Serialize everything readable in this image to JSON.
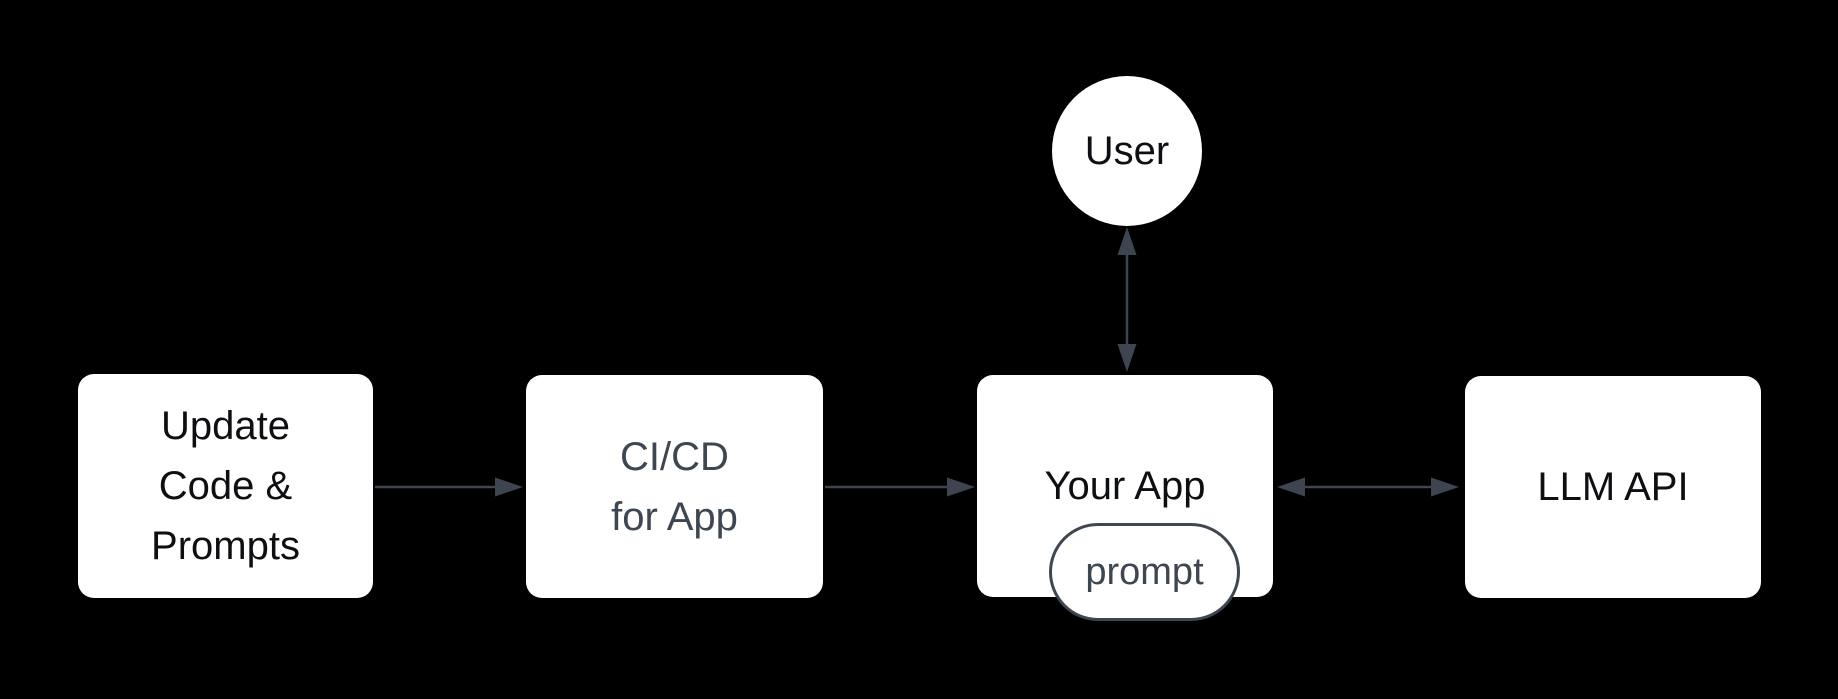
{
  "diagram": {
    "background_color": "#000000",
    "node_fill_color": "#ffffff",
    "edge_color": "#3e4551",
    "dark_text_color": "#0d0f12",
    "slate_text_color": "#3e4652",
    "nodes": {
      "user": {
        "label": "User",
        "shape": "circle"
      },
      "update_code_prompts": {
        "label": "Update\nCode &\nPrompts",
        "shape": "rounded-rect"
      },
      "cicd_for_app": {
        "label": "CI/CD\nfor App",
        "shape": "rounded-rect"
      },
      "your_app": {
        "label": "Your App",
        "shape": "rounded-rect"
      },
      "llm_api": {
        "label": "LLM API",
        "shape": "rounded-rect"
      },
      "prompt_badge": {
        "label": "prompt",
        "shape": "pill"
      }
    },
    "edges": [
      {
        "from": "update_code_prompts",
        "to": "cicd_for_app",
        "direction": "one-way"
      },
      {
        "from": "cicd_for_app",
        "to": "your_app",
        "direction": "one-way"
      },
      {
        "from": "user",
        "to": "your_app",
        "direction": "two-way"
      },
      {
        "from": "your_app",
        "to": "llm_api",
        "direction": "two-way"
      }
    ]
  }
}
